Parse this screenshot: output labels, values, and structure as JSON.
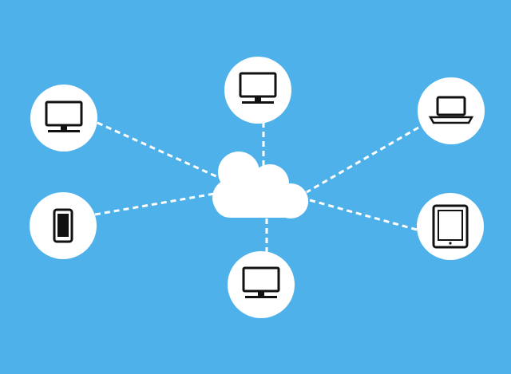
{
  "diagram": {
    "colors": {
      "background": "#4fb1ea",
      "node_fill": "#ffffff",
      "link": "#ffffff",
      "icon": "#111111"
    },
    "hub": {
      "icon": "cloud-icon"
    },
    "nodes": [
      {
        "id": "desktop-top-left",
        "icon": "monitor-icon"
      },
      {
        "id": "desktop-top-center",
        "icon": "monitor-icon"
      },
      {
        "id": "laptop-top-right",
        "icon": "laptop-icon"
      },
      {
        "id": "phone-left",
        "icon": "smartphone-icon"
      },
      {
        "id": "tablet-right",
        "icon": "tablet-icon"
      },
      {
        "id": "desktop-bottom-center",
        "icon": "monitor-icon"
      }
    ]
  }
}
